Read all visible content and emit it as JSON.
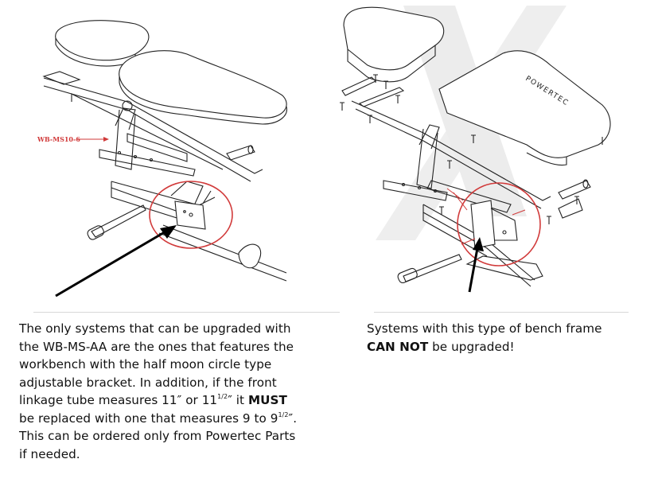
{
  "left_figure": {
    "part_label": "WB-MS10-6"
  },
  "right_figure": {
    "brand_on_pad": "POWERTEC"
  },
  "left_caption": {
    "line1": "The only systems that can be upgraded with",
    "line2": "the WB-MS-AA are the ones that features the",
    "line3": "workbench with the half moon circle type",
    "line4": "adjustable bracket. In addition, if the front",
    "line5_a": "linkage tube measures 11″  or 11",
    "line5_sup": "1/2",
    "line5_b": "″ it ",
    "line5_bold": "MUST",
    "line6_a": "be replaced with one that measures 9 to 9",
    "line6_sup": "1/2",
    "line6_b": "″.",
    "line7": "This can be ordered only from Powertec Parts",
    "line8": "if needed."
  },
  "right_caption": {
    "line1": "Systems with this type of bench frame",
    "line2_bold": "CAN NOT",
    "line2_rest": " be upgraded!"
  },
  "colors": {
    "highlight_circle": "#d13a3a",
    "arrow": "#000000",
    "drawing": "#222222",
    "watermark": "#ececec"
  }
}
